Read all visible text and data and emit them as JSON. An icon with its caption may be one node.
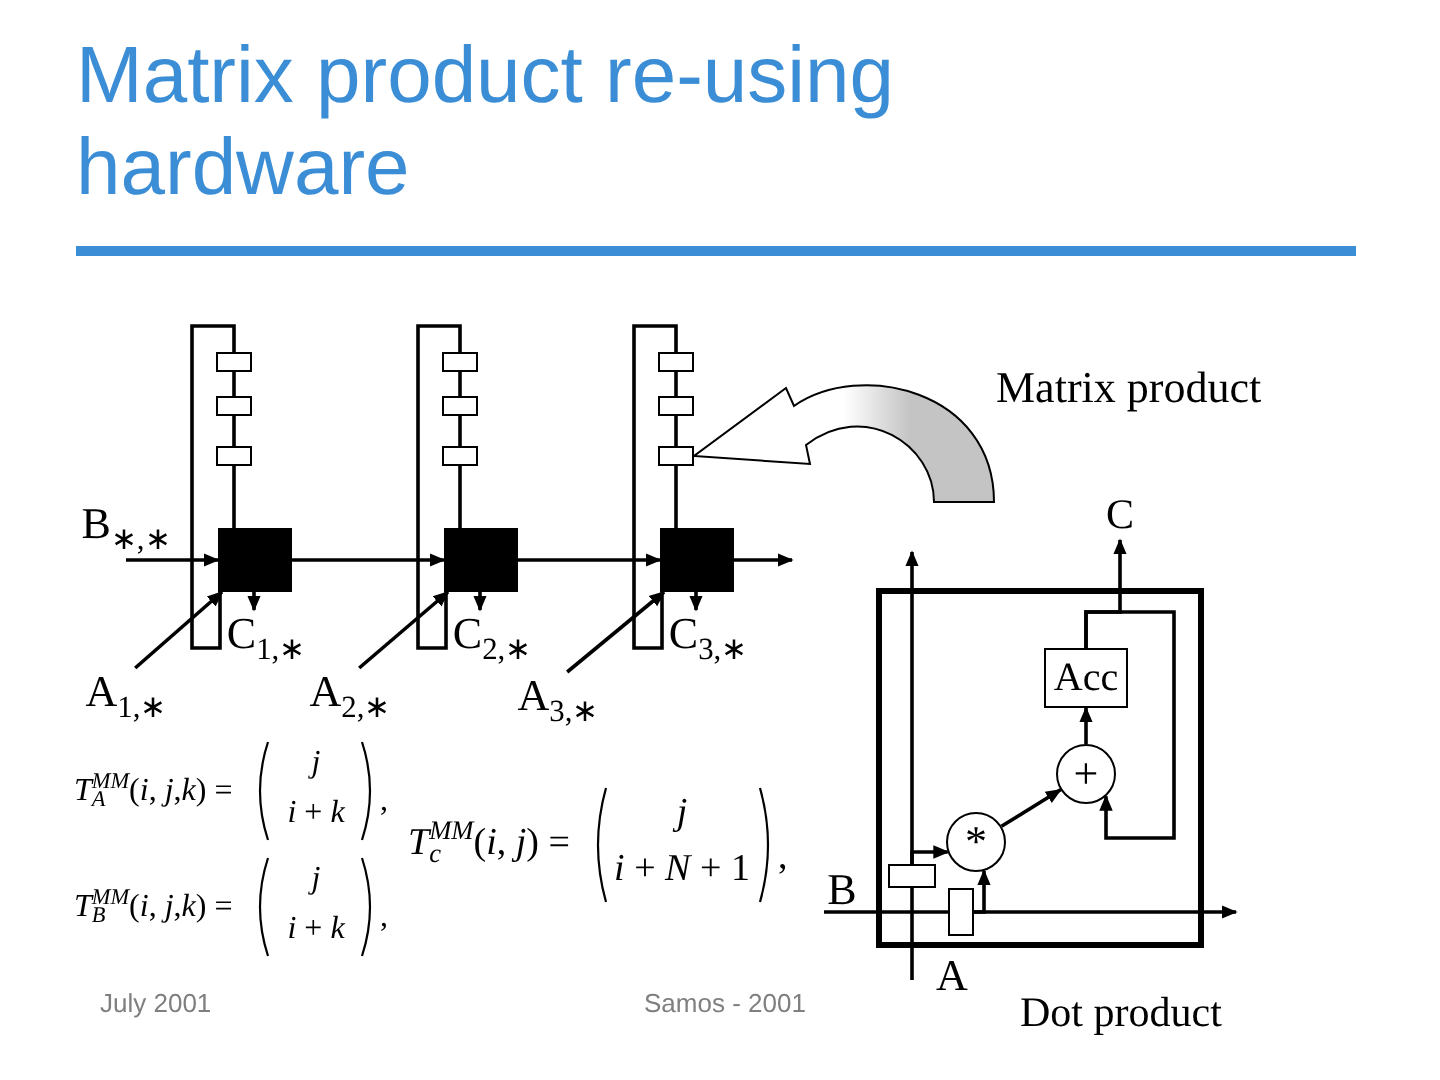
{
  "diagram": {
    "title": "Matrix product re-using hardware",
    "nodes": [
      {
        "text": [],
        "shape": "box"
      },
      {
        "text": [],
        "shape": "box"
      },
      {
        "text": [],
        "shape": "box"
      },
      {
        "text": [],
        "shape": "box"
      },
      {
        "text": [],
        "shape": "box"
      },
      {
        "text": [],
        "shape": "box"
      },
      {
        "text": [],
        "shape": "box"
      },
      {
        "text": [],
        "shape": "box"
      },
      {
        "text": [],
        "shape": "box"
      },
      {
        "text": [
          "C"
        ]
      },
      {
        "text": [
          "B$_{∗,∗}$"
        ]
      },
      {
        "text": [],
        "shape": "box"
      },
      {
        "text": [],
        "shape": "box"
      },
      {
        "text": [],
        "shape": "box"
      },
      {
        "text": [
          "C$_{1,∗}$"
        ]
      },
      {
        "text": [
          "A$_{1,∗}$"
        ]
      },
      {
        "text": [
          "C$_{2,∗}$"
        ]
      },
      {
        "text": [
          "A$_{2,∗}$"
        ]
      },
      {
        "text": [
          "C$_{3,∗}$"
        ]
      },
      {
        "text": [
          "A$_{3,∗}$"
        ]
      },
      {
        "text": [],
        "shape": "box",
        "beside": [
          "Dot product"
        ]
      },
      {
        "text": [
          "Acc"
        ],
        "in": 20
      },
      {
        "text": [
          "+"
        ],
        "in": 20
      },
      {
        "text": [
          "*"
        ],
        "in": 20
      },
      {
        "text": [],
        "shape": "box",
        "in": 20
      },
      {
        "text": [],
        "shape": "box",
        "in": 20
      },
      {
        "text": [
          "B"
        ]
      },
      {
        "text": [
          "A"
        ]
      }
    ],
    "edges": [
      {
        "from": 10,
        "to": 11,
        "arrow": "to"
      },
      {
        "from": 11,
        "to": 12,
        "arrow": "to"
      },
      {
        "from": 12,
        "to": 13,
        "arrow": "to"
      },
      {
        "from": 13,
        "to": null,
        "arrow": "to"
      },
      {
        "from": 15,
        "to": 11,
        "arrow": "to"
      },
      {
        "from": 17,
        "to": 12,
        "arrow": "to"
      },
      {
        "from": 19,
        "to": 13,
        "arrow": "to"
      },
      {
        "from": 11,
        "to": 14,
        "arrow": "to"
      },
      {
        "from": 12,
        "to": 16,
        "arrow": "to"
      },
      {
        "from": 13,
        "to": 18,
        "arrow": "to"
      },
      {
        "from": 0,
        "to": 1,
        "arrow": "none"
      },
      {
        "from": 1,
        "to": 2,
        "arrow": "none"
      },
      {
        "from": 2,
        "to": 11,
        "arrow": "none"
      },
      {
        "from": 11,
        "to": 0,
        "arrow": "none"
      },
      {
        "from": 3,
        "to": 4,
        "arrow": "none"
      },
      {
        "from": 4,
        "to": 5,
        "arrow": "none"
      },
      {
        "from": 5,
        "to": 12,
        "arrow": "none"
      },
      {
        "from": 12,
        "to": 3,
        "arrow": "none"
      },
      {
        "from": 6,
        "to": 7,
        "arrow": "none"
      },
      {
        "from": 7,
        "to": 8,
        "arrow": "none"
      },
      {
        "from": 8,
        "to": 13,
        "arrow": "none"
      },
      {
        "from": 13,
        "to": 6,
        "arrow": "none"
      },
      {
        "from": null,
        "to": 8,
        "arrow": "to",
        "style": "thick"
      },
      {
        "from": 26,
        "to": 25,
        "arrow": "none"
      },
      {
        "from": 25,
        "to": null,
        "arrow": "to"
      },
      {
        "from": 27,
        "to": 24,
        "arrow": "none"
      },
      {
        "from": 24,
        "to": null,
        "arrow": "to"
      },
      {
        "from": 24,
        "to": 23,
        "arrow": "to"
      },
      {
        "from": 25,
        "to": 23,
        "arrow": "to"
      },
      {
        "from": 23,
        "to": 22,
        "arrow": "to"
      },
      {
        "from": 22,
        "to": 21,
        "arrow": "to"
      },
      {
        "from": 21,
        "to": 22,
        "arrow": "to"
      },
      {
        "from": 21,
        "to": 9,
        "arrow": "to"
      }
    ],
    "labels": [
      "Matrix product",
      "*T*$_{A}$$^{MM}$(*i*, *j*,*k*) =",
      "j",
      "*i* + *k*",
      ",",
      "*T*$_{c}$$^{MM}$(*i*, *j*) =",
      "j",
      "*i* + *N* + 1",
      ",",
      "*T*$_{B}$$^{MM}$(*i*, *j*,*k*) =",
      "j",
      "*i* + *k*",
      ",",
      "July 2001",
      "Samos - 2001"
    ]
  }
}
